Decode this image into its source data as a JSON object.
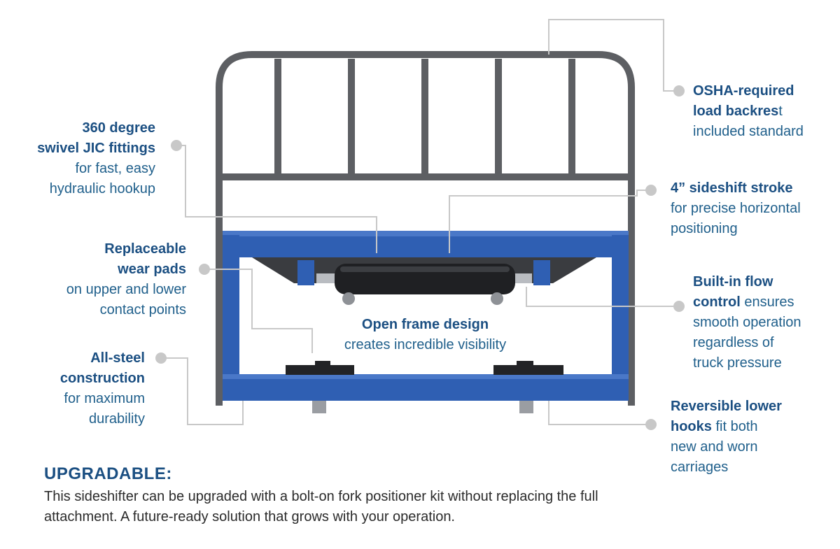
{
  "callouts": {
    "backrest": {
      "bold": "OSHA-required",
      "bold2": "load backres",
      "tail": "t",
      "line3": "included standard"
    },
    "fittings": {
      "bold1": "360 degree",
      "bold2": "swivel JIC fittings",
      "line3": "for fast, easy",
      "line4": "hydraulic hookup"
    },
    "stroke": {
      "bold": "4” sideshift stroke",
      "line2": "for precise horizontal",
      "line3": "positioning"
    },
    "wearpads": {
      "bold1": "Replaceable",
      "bold2": "wear pads",
      "line3": "on upper and lower",
      "line4": "contact points"
    },
    "flow": {
      "bold1": "Built-in flow",
      "bold2": "control",
      "rest2": " ensures",
      "line3": "smooth operation",
      "line4": "regardless of",
      "line5": "truck pressure"
    },
    "openframe": {
      "bold": "Open frame design",
      "line2": "creates incredible visibility"
    },
    "steel": {
      "bold1": "All-steel",
      "bold2": "construction",
      "line3": "for maximum",
      "line4": "durability"
    },
    "hooks": {
      "bold1": "Reversible lower",
      "bold2": "hooks",
      "rest2": " fit both",
      "line3": "new and worn",
      "line4": "carriages"
    }
  },
  "upgrade": {
    "title": "UPGRADABLE:",
    "text": "This sideshifter can be upgraded with a bolt-on fork positioner kit without replacing the full attachment. A future-ready solution that grows with your operation."
  },
  "colors": {
    "frame_blue": "#2f5fb3",
    "backrest_gray": "#5d5f63",
    "text_blue": "#1f5f8b",
    "leader_gray": "#c8c8c8"
  }
}
